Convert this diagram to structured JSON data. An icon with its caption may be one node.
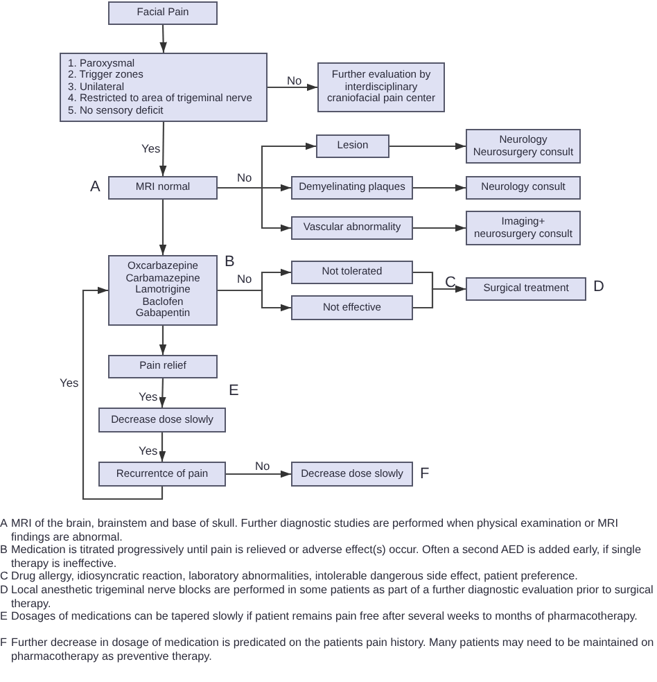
{
  "diagram": {
    "nodes": [
      {
        "text": [
          "Facial Pain"
        ]
      },
      {
        "text": [
          "1. Paroxysmal",
          "2. Trigger zones",
          "3. Unilateral",
          "4. Restricted to area of trigeminal nerve",
          "5. No sensory deficit"
        ]
      },
      {
        "text": [
          "Further evaluation by interdisciplinary craniofacial pain center"
        ]
      },
      {
        "text": [
          "MRI normal"
        ],
        "beside": [
          "A"
        ]
      },
      {
        "text": [
          "Lesion"
        ]
      },
      {
        "text": [
          "Neurology Neurosurgery consult"
        ]
      },
      {
        "text": [
          "Demyelinating plaques"
        ]
      },
      {
        "text": [
          "Neurology consult"
        ]
      },
      {
        "text": [
          "Vascular abnormality"
        ]
      },
      {
        "text": [
          "Imaging+ neurosurgery consult"
        ]
      },
      {
        "text": [
          "Oxcarbazepine",
          "Carbamazepine",
          "Lamotrigine",
          "Baclofen",
          "Gabapentin"
        ],
        "beside": [
          "B"
        ]
      },
      {
        "text": [
          "Not tolerated"
        ]
      },
      {
        "text": [
          "Not effective"
        ]
      },
      {
        "text": [
          "Surgical treatment"
        ],
        "beside": [
          "D"
        ]
      },
      {
        "text": [
          "Pain relief"
        ]
      },
      {
        "text": [
          "Decrease dose slowly"
        ]
      },
      {
        "text": [
          "Recurrentce of pain"
        ]
      },
      {
        "text": [
          "Decrease dose slowly"
        ],
        "beside": [
          "F"
        ]
      }
    ],
    "edges": [
      {
        "from": 0,
        "to": 1,
        "arrow": "to"
      },
      {
        "from": 1,
        "to": 2,
        "arrow": "to",
        "label": "No"
      },
      {
        "from": 1,
        "to": 3,
        "arrow": "to",
        "label": "Yes"
      },
      {
        "from": 3,
        "to": 4,
        "arrow": "to"
      },
      {
        "from": 3,
        "to": 6,
        "arrow": "to",
        "label": "No"
      },
      {
        "from": 3,
        "to": 8,
        "arrow": "to"
      },
      {
        "from": 4,
        "to": 5,
        "arrow": "to"
      },
      {
        "from": 6,
        "to": 7,
        "arrow": "to"
      },
      {
        "from": 8,
        "to": 9,
        "arrow": "to"
      },
      {
        "from": 3,
        "to": 10,
        "arrow": "to"
      },
      {
        "from": 10,
        "to": 11,
        "arrow": "to",
        "label": "No"
      },
      {
        "from": 10,
        "to": 12,
        "arrow": "to"
      },
      {
        "from": 11,
        "to": 13,
        "arrow": "to"
      },
      {
        "from": 12,
        "to": 13,
        "arrow": "to"
      },
      {
        "from": 10,
        "to": 14,
        "arrow": "to"
      },
      {
        "from": 14,
        "to": 15,
        "arrow": "to",
        "label": "Yes"
      },
      {
        "from": 15,
        "to": 16,
        "arrow": "to",
        "label": "Yes"
      },
      {
        "from": 16,
        "to": 17,
        "arrow": "to",
        "label": "No"
      },
      {
        "from": 16,
        "to": 10,
        "arrow": "to",
        "label": "Yes"
      }
    ],
    "labels": [
      "C",
      "E",
      "A",
      "MRI of the brain, brainstem and base of skull. Further diagnostic studies are performed when physical examination or MRI findings are abnormal.",
      "B",
      "Medication is titrated progressively until pain is relieved or adverse effect(s) occur. Often a second AED is added early, if single therapy is ineffective.",
      "C",
      "Drug allergy, idiosyncratic reaction, laboratory abnormalities, intolerable dangerous side effect, patient preference.",
      "D",
      "Local anesthetic trigeminal nerve blocks are performed in some patients as part of a further diagnostic evaluation prior to surgical therapy.",
      "E",
      "Dosages of medications can be tapered slowly if patient remains pain free after several weeks to months of pharmacotherapy.",
      "F",
      "Further decrease in dosage of medication is predicated on the patients pain history. Many patients may need to be maintained on pharmacotherapy as preventive therapy."
    ]
  }
}
